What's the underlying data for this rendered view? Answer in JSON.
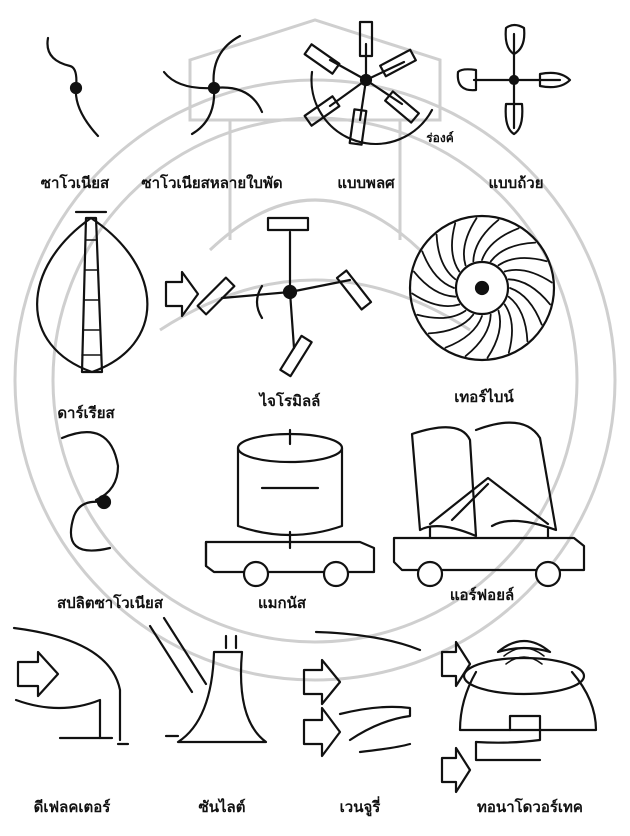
{
  "labels": {
    "savonius": "ซาโวเนียส",
    "savonius_multi": "ซาโวเนียสหลายใบพัด",
    "paddle": "แบบพลศ",
    "cup": "แบบถ้วย",
    "cup_shield_note": "ร่องค์",
    "darrieus": "ดาร์เรียส",
    "gyromill": "ไจโรมิลล์",
    "turbine": "เทอร์ไบน์",
    "split_savonius": "สปลิตซาโวเนียส",
    "magnus": "แมกนัส",
    "airfoil": "แอร์ฟอยล์",
    "deflector": "ดีเฟลคเตอร์",
    "sunlight": "ซันไลต์",
    "venturi": "เวนจูรี่",
    "vortex": "ทอนาโดวอร์เทค"
  },
  "colors": {
    "ink": "#111111",
    "watermark": "#c8c8c8"
  }
}
